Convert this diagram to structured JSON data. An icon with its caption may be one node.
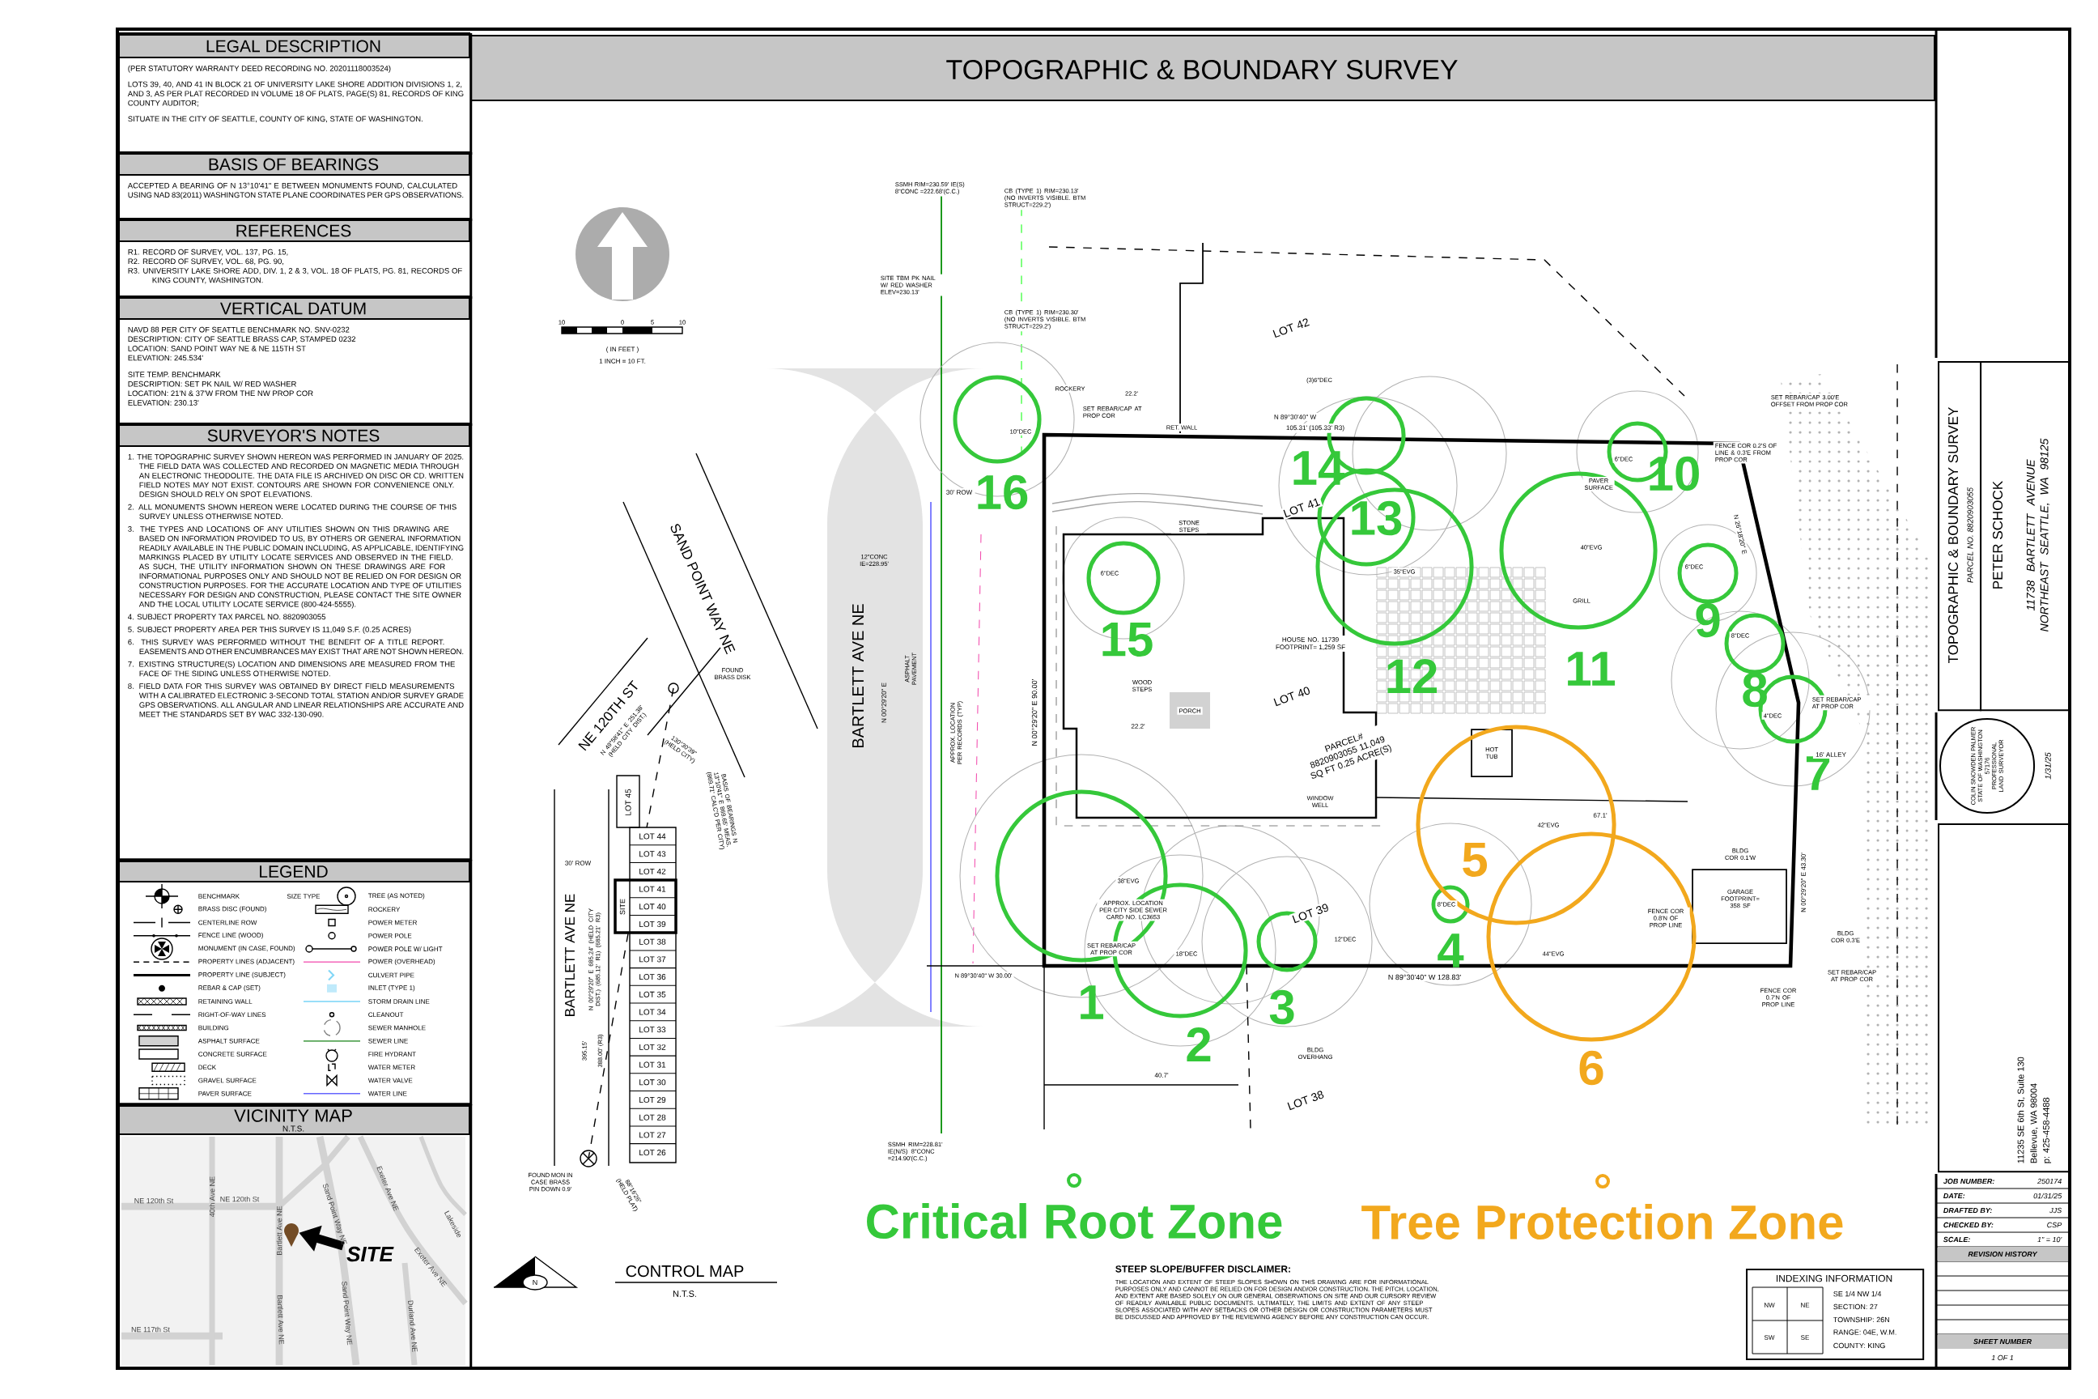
{
  "diagram": {
    "title": "TOPOGRAPHIC & BOUNDARY SURVEY",
    "nodes": [
      {
        "text": [
          "LEGAL DESCRIPTION",
          "(PER STATUTORY WARRANTY DEED RECORDING NO. 20201118003524)",
          "LOTS 39, 40, AND 41 IN BLOCK 21 OF UNIVERSITY LAKE SHORE ADDITION DIVISIONS 1, 2, AND 3, AS PER PLAT RECORDED IN VOLUME 18 OF PLATS, PAGE(S) 81, RECORDS OF KING COUNTY AUDITOR;",
          "SITUATE IN THE CITY OF SEATTLE, COUNTY OF KING, STATE OF WASHINGTON."
        ]
      },
      {
        "text": [
          "BASIS OF BEARINGS",
          "ACCEPTED A BEARING OF N 13°10'41\" E BETWEEN MONUMENTS FOUND, CALCULATED USING NAD 83(2011) WASHINGTON STATE PLANE COORDINATES PER GPS OBSERVATIONS."
        ]
      },
      {
        "text": [
          "REFERENCES",
          "R1. RECORD OF SURVEY, VOL. 137, PG. 15,",
          "R2. RECORD OF SURVEY, VOL. 68, PG. 90,",
          "R3. UNIVERSITY LAKE SHORE ADD, DIV. 1, 2 & 3, VOL. 18 OF PLATS, PG. 81, RECORDS OF KING COUNTY, WASHINGTON."
        ]
      },
      {
        "text": [
          "VERTICAL DATUM",
          "NAVD 88 PER CITY OF SEATTLE BENCHMARK NO. SNV-0232",
          "DESCRIPTION: CITY OF SEATTLE BRASS CAP, STAMPED 0232",
          "LOCATION: SAND POINT WAY NE & NE 115TH ST",
          "ELEVATION: 245.534'",
          "SITE TEMP. BENCHMARK",
          "DESCRIPTION: SET PK NAIL W/ RED WASHER",
          "LOCATION: 21'N & 37'W FROM THE NW PROP COR",
          "ELEVATION: 230.13'"
        ]
      },
      {
        "text": [
          "SURVEYOR'S NOTES",
          "1. THE TOPOGRAPHIC SURVEY SHOWN HEREON WAS PERFORMED IN JANUARY OF 2025. THE FIELD DATA WAS COLLECTED AND RECORDED ON MAGNETIC MEDIA THROUGH AN ELECTRONIC THEODOLITE. THE DATA FILE IS ARCHIVED ON DISC OR CD. WRITTEN FIELD NOTES MAY NOT EXIST. CONTOURS ARE SHOWN FOR CONVENIENCE ONLY. DESIGN SHOULD RELY ON SPOT ELEVATIONS.",
          "2. ALL MONUMENTS SHOWN HEREON WERE LOCATED DURING THE COURSE OF THIS SURVEY UNLESS OTHERWISE NOTED.",
          "3. THE TYPES AND LOCATIONS OF ANY UTILITIES SHOWN ON THIS DRAWING ARE BASED ON INFORMATION PROVIDED TO US, BY OTHERS OR GENERAL INFORMATION READILY AVAILABLE IN THE PUBLIC DOMAIN INCLUDING, AS APPLICABLE, IDENTIFYING MARKINGS PLACED BY UTILITY LOCATE SERVICES AND OBSERVED IN THE FIELD. AS SUCH, THE UTILITY INFORMATION SHOWN ON THESE DRAWINGS ARE FOR INFORMATIONAL PURPOSES ONLY AND SHOULD NOT BE RELIED ON FOR DESIGN OR CONSTRUCTION PURPOSES. FOR THE ACCURATE LOCATION AND TYPE OF UTILITIES NECESSARY FOR DESIGN AND CONSTRUCTION, PLEASE CONTACT THE SITE OWNER AND THE LOCAL UTILITY LOCATE SERVICE (800-424-5555).",
          "4. SUBJECT PROPERTY TAX PARCEL NO. 8820903055",
          "5. SUBJECT PROPERTY AREA PER THIS SURVEY IS 11,049 S.F. (0.25 ACRES)",
          "6. THIS SURVEY WAS PERFORMED WITHOUT THE BENEFIT OF A TITLE REPORT. EASEMENTS AND OTHER ENCUMBRANCES MAY EXIST THAT ARE NOT SHOWN HEREON.",
          "7. EXISTING STRUCTURE(S) LOCATION AND DIMENSIONS ARE MEASURED FROM THE FACE OF THE SIDING UNLESS OTHERWISE NOTED.",
          "8. FIELD DATA FOR THIS SURVEY WAS OBTAINED BY DIRECT FIELD MEASUREMENTS WITH A CALIBRATED ELECTRONIC 3-SECOND TOTAL STATION AND/OR SURVEY GRADE GPS OBSERVATIONS. ALL ANGULAR AND LINEAR RELATIONSHIPS ARE ACCURATE AND MEET THE STANDARDS SET BY WAC 332-130-090."
        ]
      },
      {
        "text": [
          "LEGEND"
        ]
      },
      {
        "text": [
          "VICINITY MAP",
          "N.T.S."
        ]
      },
      {
        "text": [
          "SITE"
        ],
        "in": 6
      },
      {
        "text": [],
        "shape": "pin",
        "in": 6
      },
      {
        "text": [
          "1"
        ]
      },
      {
        "text": [
          "2"
        ]
      },
      {
        "text": [
          "3"
        ]
      },
      {
        "text": [
          "4"
        ]
      },
      {
        "text": [
          "5"
        ]
      },
      {
        "text": [
          "6"
        ]
      },
      {
        "text": [
          "7"
        ]
      },
      {
        "text": [
          "8"
        ]
      },
      {
        "text": [
          "9"
        ]
      },
      {
        "text": [
          "10"
        ]
      },
      {
        "text": [
          "11"
        ]
      },
      {
        "text": [
          "12"
        ]
      },
      {
        "text": [
          "13"
        ]
      },
      {
        "text": [
          "14"
        ]
      },
      {
        "text": [
          "15"
        ]
      },
      {
        "text": [
          "16"
        ]
      },
      {
        "text": [
          "TOPOGRAPHIC & BOUNDARY SURVEY",
          "PARCEL NO. 8820903055"
        ]
      },
      {
        "text": [
          "PETER SCHOCK",
          "11738 BARTLETT AVENUE NORTHEAST SEATTLE, WA 98125"
        ]
      },
      {
        "text": [
          "COLIN SNOWDEN PALMER",
          "STATE OF WASHINGTON",
          "57176",
          "PROFESSIONAL LAND SURVEYOR"
        ],
        "beside": [
          "1/31/25"
        ]
      },
      {
        "text": [
          "11235 SE 6th St, Suite 130",
          "Bellevue, WA 98004",
          "p: 425-458-4488"
        ]
      },
      {
        "text": [
          "INDEXING INFORMATION",
          "SE 1/4 NW 1/4",
          "SECTION: 27",
          "TOWNSHIP: 26N",
          "RANGE: 04E, W.M.",
          "COUNTY: KING"
        ]
      }
    ],
    "edges": [
      {
        "from": 7,
        "to": 8,
        "arrow": "to"
      }
    ],
    "labels": [
      "SIZE TYPE",
      "NE 120th St",
      "NE 120th St",
      "40th Ave NE",
      "Bartlett Ave NE",
      "Sand Point Way NE",
      "Exeter Ave NE",
      "Lakeside",
      "Exeter Ave NE",
      "Bartlett Ave NE",
      "Sand Point Way NE",
      "Durland Ave NE",
      "NE 117th St",
      "10",
      "0",
      "5",
      "10",
      "( IN FEET )",
      "1 INCH = 10 FT.",
      "SAND POINT WAY NE",
      "NE 120TH ST",
      "N 49°58'41\" E 251.38' (HELD CITY DIST.)",
      "FOUND BRASS DISK",
      "130°30'39\" (HELD CITY)",
      "BASIS OF BEARINGS N 13°10'41\" E 869.65' MEAS. (869.71' CALC'D PER CITY)",
      "30' ROW",
      "BARTLETT AVE NE",
      "N 00°29'20\" E 685.24' (HELD CITY DIST.) (685.12' R1) (685.21' R3)",
      "395.15'",
      "388.00' (R3)",
      "LOT 45",
      "LOT 44",
      "LOT 43",
      "LOT 42",
      "LOT 41",
      "LOT 40",
      "LOT 39",
      "LOT 38",
      "LOT 37",
      "LOT 36",
      "LOT 35",
      "LOT 34",
      "LOT 33",
      "LOT 32",
      "LOT 31",
      "LOT 30",
      "LOT 29",
      "LOT 28",
      "LOT 27",
      "LOT 26",
      "SITE",
      "FOUND MON IN CASE BRASS PIN DOWN 0.9'",
      "88°16'26\" (HELD PLAT)",
      "CONTROL MAP",
      "N.T.S.",
      "SSMH RIM=230.59' IE(S) 8\"CONC =222.68'(C.C.)",
      "CB (TYPE 1) RIM=230.13' (NO INVERTS VISIBLE. BTM STRUCT=229.2')",
      "SITE TBM PK NAIL W/ RED WASHER ELEV=230.13'",
      "CB (TYPE 1) RIM=230.30' (NO INVERTS VISIBLE. BTM STRUCT=229.2')",
      "LOT 42",
      "BARTLETT AVE NE",
      "N 00°29'20\" E",
      "30' ROW",
      "ASPHALT PAVEMENT",
      "12\"CONC IE=228.95'",
      "APPROX. LOCATION PER RECORDS (TYP)",
      "22.2'",
      "SET REBAR/CAP AT PROP COR",
      "ROCKERY",
      "RET. WALL",
      "(3)6\"DEC",
      "N 89°30'40\" W",
      "105.31' (105.33' R3)",
      "LOT 41",
      "STONE STEPS",
      "10\"DEC",
      "6\"DEC",
      "35\"EVG",
      "40\"EVG",
      "6\"DEC",
      "SET REBAR/CAP 3.00'E OFFSET FROM PROP COR",
      "FENCE COR 0.2'S OF LINE & 0.3'E FROM PROP COR",
      "N 26°18'20\" E",
      "PAVER SURFACE",
      "GRILL",
      "6\"DEC",
      "8\"DEC",
      "4\"DEC",
      "SET REBAR/CAP AT PROP COR",
      "16' ALLEY",
      "HOUSE NO. 11739 FOOTPRINT= 1,259 SF",
      "WOOD STEPS",
      "PORCH",
      "N 00°29'20\" E 90.00'",
      "22.2'",
      "LOT 40",
      "PARCEL# 8820903055 11,049 SQ FT 0.25 ACRE(S)",
      "HOT TUB",
      "WINDOW WELL",
      "42\"EVG",
      "67.1'",
      "GARAGE FOOTPRINT= 358 SF",
      "BLDG COR 0.1'W",
      "N 00°29'20\" E 43.30'",
      "38\"EVG",
      "APPROX. LOCATION PER CITY SIDE SEWER CARD NO. LC3653",
      "SET REBAR/CAP AT PROP COR",
      "18\"DEC",
      "LOT 39",
      "12\"DEC",
      "8\"DEC",
      "44\"EVG",
      "FENCE COR 0.8'N OF PROP LINE",
      "BLDG COR 0.3'E",
      "SET REBAR/CAP AT PROP COR",
      "N 89°30'40\" W 30.00'",
      "N 89°30'40\" W 128.83'",
      "FENCE COR 0.7'N OF PROP LINE",
      "BLDG OVERHANG",
      "40.7'",
      "LOT 38",
      "SSMH RIM=228.81' IE(N/S) 8\"CONC =214.90'(C.C.)",
      "STEEP SLOPE/BUFFER DISCLAIMER:",
      "THE LOCATION AND EXTENT OF STEEP SLOPES SHOWN ON THIS DRAWING ARE FOR INFORMATIONAL PURPOSES ONLY AND CANNOT BE RELIED ON FOR DESIGN AND/OR CONSTRUCTION. THE PITCH, LOCATION, AND EXTENT ARE BASED SOLELY ON OUR GENERAL OBSERVATIONS ON SITE AND OUR CURSORY REVIEW OF READILY AVAILABLE PUBLIC DOCUMENTS. ULTIMATELY, THE LIMITS AND EXTENT OF ANY STEEP SLOPES ASSOCIATED WITH ANY SETBACKS OR OTHER DESIGN OR CONSTRUCTION PARAMETERS MUST BE DISCUSSED AND APPROVED BY THE REVIEWING AGENCY BEFORE ANY CONSTRUCTION CAN OCCUR.",
      "NW",
      "NE",
      "SW",
      "SE",
      "JOB NUMBER:",
      "250174",
      "DATE:",
      "01/31/25",
      "DRAFTED BY:",
      "JJS",
      "CHECKED BY:",
      "CSP",
      "SCALE:",
      "1\" = 10'",
      "REVISION HISTORY",
      "SHEET NUMBER",
      "1 OF 1",
      "N"
    ],
    "legend": [
      {
        "text": "BENCHMARK"
      },
      {
        "text": "BRASS DISC (FOUND)"
      },
      {
        "text": "CENTERLINE ROW"
      },
      {
        "text": "FENCE LINE (WOOD)"
      },
      {
        "text": "MONUMENT (IN CASE, FOUND)"
      },
      {
        "text": "PROPERTY LINES (ADJACENT)"
      },
      {
        "text": "PROPERTY LINE (SUBJECT)"
      },
      {
        "text": "REBAR & CAP (SET)"
      },
      {
        "text": "RETAINING WALL"
      },
      {
        "text": "RIGHT-OF-WAY LINES"
      },
      {
        "text": "BUILDING"
      },
      {
        "text": "ASPHALT SURFACE"
      },
      {
        "text": "CONCRETE SURFACE"
      },
      {
        "text": "DECK"
      },
      {
        "text": "GRAVEL SURFACE"
      },
      {
        "text": "PAVER SURFACE"
      },
      {
        "text": "TREE (AS NOTED)"
      },
      {
        "text": "ROCKERY"
      },
      {
        "text": "POWER METER"
      },
      {
        "text": "POWER POLE"
      },
      {
        "text": "POWER POLE W/ LIGHT"
      },
      {
        "text": "POWER (OVERHEAD)"
      },
      {
        "text": "CULVERT PIPE"
      },
      {
        "text": "INLET (TYPE 1)"
      },
      {
        "text": "STORM DRAIN LINE"
      },
      {
        "text": "CLEANOUT"
      },
      {
        "text": "SEWER MANHOLE"
      },
      {
        "text": "SEWER LINE"
      },
      {
        "text": "FIRE HYDRANT"
      },
      {
        "text": "WATER METER"
      },
      {
        "text": "WATER VALVE"
      },
      {
        "text": "WATER LINE"
      },
      {
        "text": "Critical Root Zone",
        "color": "#35c83a"
      },
      {
        "text": "Tree Protection Zone",
        "color": "#f2a81d"
      }
    ]
  }
}
